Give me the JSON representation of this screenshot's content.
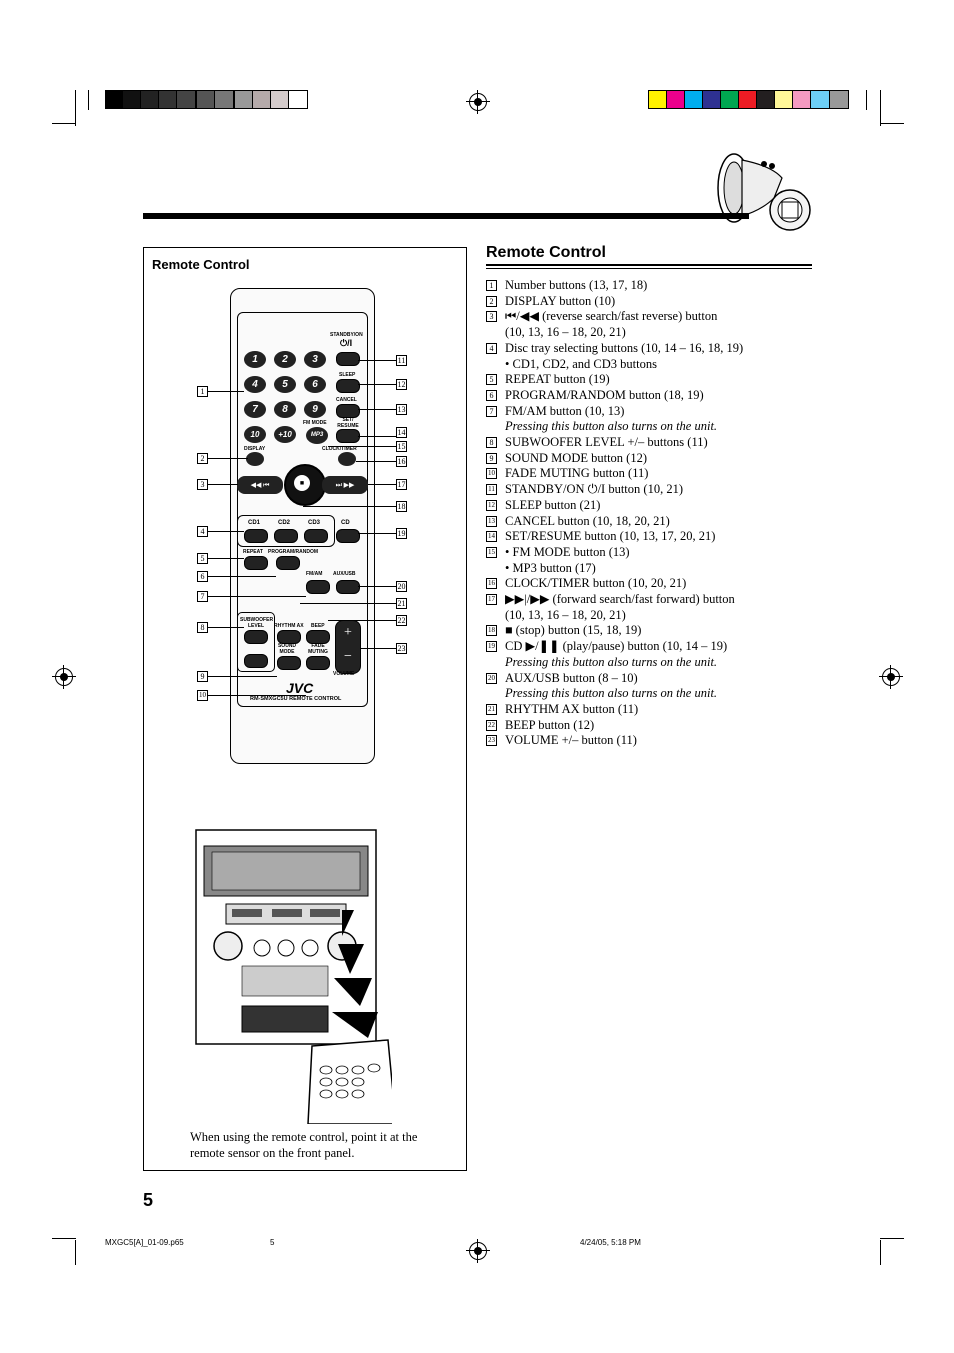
{
  "page_number": "5",
  "left_panel": {
    "heading": "Remote Control",
    "remote_model_label": "RM-SMXGC5U REMOTE CONTROL",
    "remote_brand": "JVC",
    "remote_labels": {
      "standby": "STANDBY/ON",
      "standby_symbol": "⏻/I",
      "sleep": "SLEEP",
      "cancel": "CANCEL",
      "set_resume": "SET/ RESUME",
      "fm_mode": "FM MODE",
      "mp3": "MP3",
      "display": "DISPLAY",
      "clock_timer": "CLOCK/TIMER",
      "cd1": "CD1",
      "cd2": "CD2",
      "cd3": "CD3",
      "cd": "CD",
      "repeat": "REPEAT",
      "program_random": "PROGRAM/RANDOM",
      "fm_am": "FM/AM",
      "aux_usb": "AUX/USB",
      "subwoofer_level": "SUBWOOFER LEVEL",
      "rhythm_ax": "RHYTHM AX",
      "beep": "BEEP",
      "sound_mode": "SOUND MODE",
      "fade_muting": "FADE MUTING",
      "volume": "VOLUME"
    },
    "number_buttons": [
      "1",
      "2",
      "3",
      "4",
      "5",
      "6",
      "7",
      "8",
      "9",
      "10",
      "+10"
    ],
    "left_callouts": [
      "1",
      "2",
      "3",
      "4",
      "5",
      "6",
      "7",
      "8",
      "9",
      "10"
    ],
    "right_callouts": [
      "11",
      "12",
      "13",
      "14",
      "15",
      "16",
      "17",
      "18",
      "19",
      "20",
      "21",
      "22",
      "23"
    ],
    "caption": "When using the remote control, point it at the remote sensor on the front panel."
  },
  "right_section": {
    "heading": "Remote Control",
    "items": [
      {
        "num": "1",
        "lines": [
          "Number buttons (13, 17, 18)"
        ]
      },
      {
        "num": "2",
        "lines": [
          "DISPLAY button (10)"
        ]
      },
      {
        "num": "3",
        "lines": [
          "⏮/◀◀ (reverse search/fast reverse) button",
          "(10, 13, 16 – 18, 20, 21)"
        ]
      },
      {
        "num": "4",
        "lines": [
          "Disc tray selecting buttons (10, 14 – 16, 18, 19)",
          "•  CD1, CD2, and CD3 buttons"
        ]
      },
      {
        "num": "5",
        "lines": [
          "REPEAT button (19)"
        ]
      },
      {
        "num": "6",
        "lines": [
          "PROGRAM/RANDOM button (18, 19)"
        ]
      },
      {
        "num": "7",
        "lines": [
          "FM/AM button (10, 13)"
        ],
        "note": "Pressing this button also turns on the unit."
      },
      {
        "num": "8",
        "lines": [
          "SUBWOOFER LEVEL +/– buttons (11)"
        ]
      },
      {
        "num": "9",
        "lines": [
          "SOUND MODE button (12)"
        ]
      },
      {
        "num": "10",
        "lines": [
          "FADE MUTING button (11)"
        ]
      },
      {
        "num": "11",
        "lines": [
          "STANDBY/ON ⏻/I button (10, 21)"
        ]
      },
      {
        "num": "12",
        "lines": [
          "SLEEP button (21)"
        ]
      },
      {
        "num": "13",
        "lines": [
          "CANCEL button (10, 18, 20, 21)"
        ]
      },
      {
        "num": "14",
        "lines": [
          "SET/RESUME button (10, 13, 17, 20, 21)"
        ]
      },
      {
        "num": "15",
        "lines": [
          "•  FM MODE button (13)",
          "•  MP3 button (17)"
        ]
      },
      {
        "num": "16",
        "lines": [
          "CLOCK/TIMER button (10, 20, 21)"
        ]
      },
      {
        "num": "17",
        "lines": [
          "▶▶|/▶▶ (forward search/fast forward) button",
          "(10, 13, 16 – 18, 20, 21)"
        ]
      },
      {
        "num": "18",
        "lines": [
          "■ (stop) button (15, 18, 19)"
        ]
      },
      {
        "num": "19",
        "lines": [
          "CD ▶/❚❚ (play/pause) button (10, 14 – 19)"
        ],
        "note": "Pressing this button also turns on the unit."
      },
      {
        "num": "20",
        "lines": [
          "AUX/USB button (8 – 10)"
        ],
        "note": "Pressing this button also turns on the unit."
      },
      {
        "num": "21",
        "lines": [
          "RHYTHM AX button (11)"
        ]
      },
      {
        "num": "22",
        "lines": [
          "BEEP button (12)"
        ]
      },
      {
        "num": "23",
        "lines": [
          "VOLUME +/– button (11)"
        ]
      }
    ]
  },
  "footer": {
    "file": "MXGC5[A]_01-09.p65",
    "page": "5",
    "date": "4/24/05, 5:18 PM"
  },
  "colors": {
    "gray_swatches": [
      "#000000",
      "#111111",
      "#222222",
      "#333333",
      "#444444",
      "#555555",
      "#777777",
      "#999999",
      "#b5aaaa",
      "#d5cccc",
      "#ffffff"
    ],
    "color_swatches": [
      "#fff200",
      "#ec008c",
      "#00aeef",
      "#2e3192",
      "#00a651",
      "#ed1c24",
      "#231f20",
      "#fff799",
      "#f49ac1",
      "#6dcff6",
      "#999999"
    ]
  }
}
